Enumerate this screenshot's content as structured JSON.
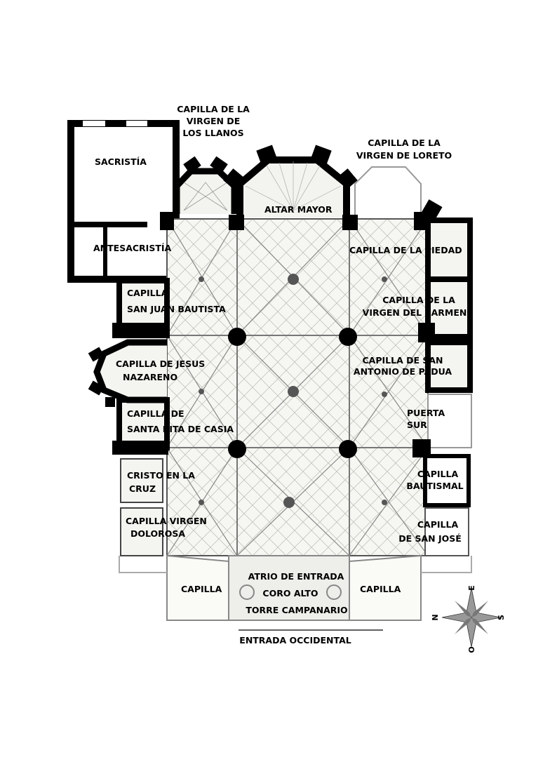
{
  "labels": {
    "capilla_llanos": [
      "CAPILLA DE LA",
      "VIRGEN DE",
      "LOS LLANOS"
    ],
    "capilla_loreto": [
      "CAPILLA DE LA",
      "VIRGEN DE LORETO"
    ],
    "sacristia": "SACRISTÍA",
    "altar_mayor": "ALTAR MAYOR",
    "antesacristia": "ANTESACRISTÍA",
    "capilla_piedad": "CAPILLA DE LA PIEDAD",
    "capilla_san_juan": [
      "CAPILLA",
      "SAN JUAN BAUTISTA"
    ],
    "capilla_carmen": [
      "CAPILLA DE LA",
      "VIRGEN DEL CARMEN"
    ],
    "capilla_jesus": [
      "CAPILLA DE JESUS",
      "NAZARENO"
    ],
    "capilla_san_antonio": [
      "CAPILLA DE SAN",
      "ANTONIO DE PADUA"
    ],
    "capilla_santa_rita": [
      "CAPILLA DE",
      "SANTA RITA DE CASIA"
    ],
    "puerta_sur": [
      "PUERTA",
      "SUR"
    ],
    "cristo_cruz": [
      "CRISTO EN LA",
      "CRUZ"
    ],
    "capilla_bautismal": [
      "CAPILLA",
      "BAUTISMAL"
    ],
    "capilla_dolorosa": [
      "CAPILLA VIRGEN",
      "DOLOROSA"
    ],
    "capilla_san_jose": [
      "CAPILLA",
      "DE SAN JOSÉ"
    ],
    "capilla_w1": "CAPILLA",
    "capilla_w2": "CAPILLA",
    "atrio": "ATRIO DE ENTRADA",
    "coro": "CORO ALTO",
    "torre": "TORRE CAMPANARIO",
    "entrada": "ENTRADA OCCIDENTAL"
  },
  "compass": {
    "north": "N",
    "south": "S",
    "east": "E",
    "west": "O"
  }
}
